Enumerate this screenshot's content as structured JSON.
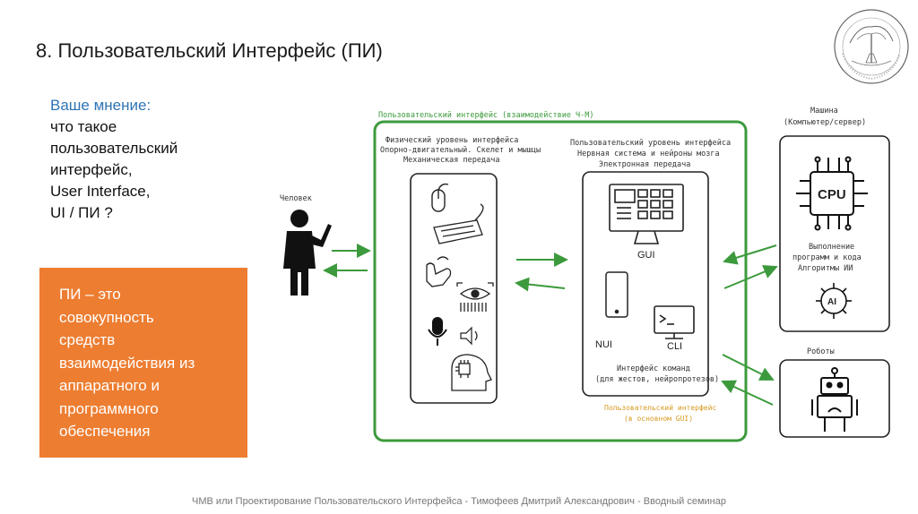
{
  "slide": {
    "title": "8. Пользовательский Интерфейс (ПИ)",
    "opinion": {
      "question": "Ваше мнение:",
      "lines": [
        "что такое",
        "пользовательский",
        "интерфейс,",
        "User Interface,",
        "UI / ПИ ?"
      ]
    },
    "definition": {
      "lines": [
        "ПИ – это",
        "совокупность",
        "средств",
        "взаимодействия из",
        "аппаратного и",
        "программного",
        "обеспечения"
      ]
    },
    "footer": "ЧМВ или Проектирование Пользовательского Интерфейса  - Тимофеев Дмитрий Александрович - Вводный семинар"
  },
  "diagram": {
    "frame_title": "Пользовательский интерфейс (взаимодействие Ч-М)",
    "human_label": "Человек",
    "physical": {
      "lines": [
        "Физический уровень интерфейса",
        "Опорно-двигательный. Скелет и мышцы",
        "Механическая передача"
      ]
    },
    "electronic": {
      "lines": [
        "Пользовательский уровень интерфейса",
        "Нервная система и нейроны мозга",
        "Электронная передача"
      ]
    },
    "gui_label": "GUI",
    "nui_label": "NUI",
    "cli_label": "CLI",
    "command_interface": {
      "lines": [
        "Интерфейс команд",
        "(для жестов, нейропротезов)"
      ]
    },
    "ui_note": {
      "lines": [
        "Пользовательский интерфейс",
        "(в основном GUI)"
      ]
    },
    "machine": {
      "lines": [
        "Машина",
        "(Компьютер/сервер)"
      ]
    },
    "cpu_label": "CPU",
    "machine_desc": {
      "lines": [
        "Выполнение",
        "программ и кода",
        "Алгоритмы ИИ"
      ]
    },
    "ai_label": "AI",
    "robots_label": "Роботы",
    "accent_green": "#3c9a3c",
    "accent_orange": "#ed7d31",
    "accent_blue": "#2f74b5"
  }
}
